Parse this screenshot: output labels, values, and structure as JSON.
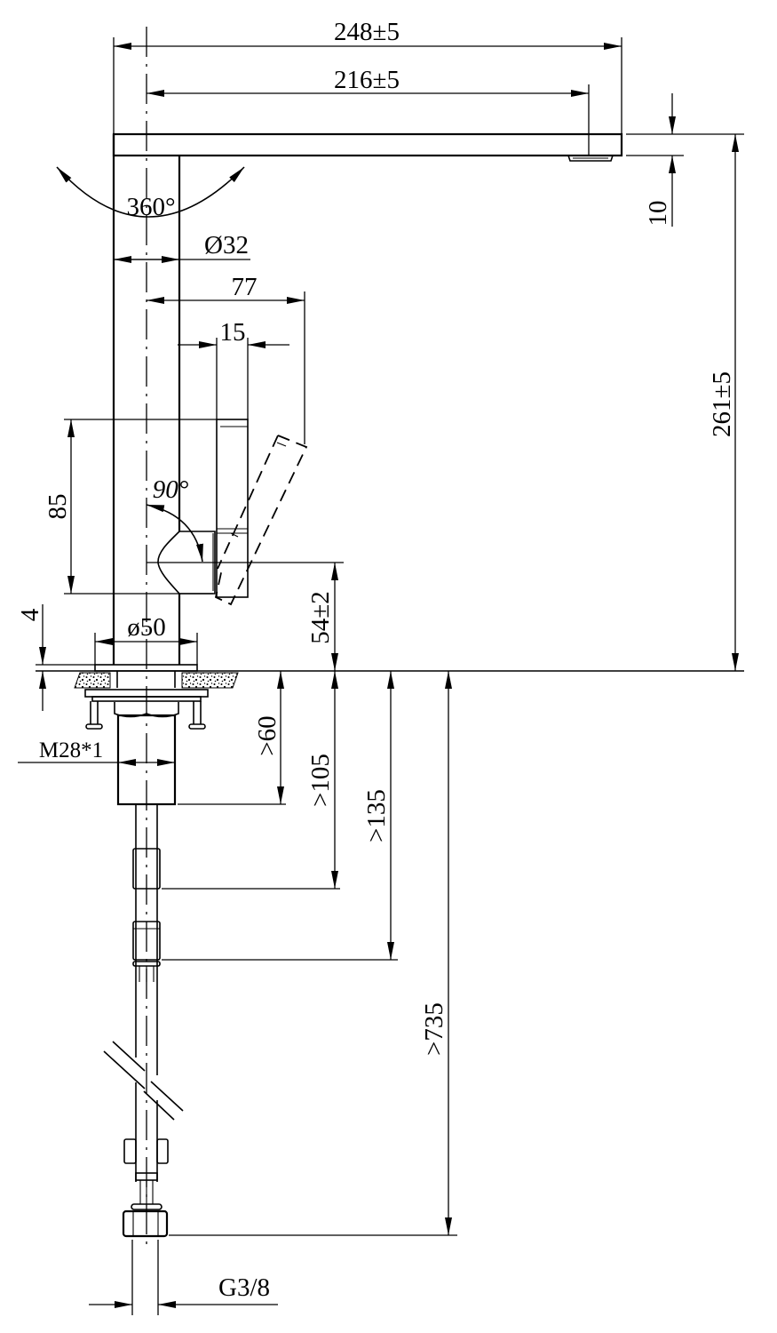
{
  "drawing": {
    "title_dims": {
      "overall_length": "248±5",
      "spout_reach": "216±5",
      "spout_thickness": "10",
      "overall_height": "261±5",
      "swivel_angle": "360°",
      "body_diameter": "Ø32",
      "handle_offset": "77",
      "handle_width": "15",
      "handle_height": "85",
      "handle_rotation": "90°",
      "handle_axis_height": "54±2",
      "base_diameter": "ø50",
      "base_thickness": "4",
      "thread": "M28*1",
      "min_60": ">60",
      "min_105": ">105",
      "min_135": ">135",
      "min_735": ">735",
      "connection": "G3/8"
    },
    "line_color": "#000000",
    "background": "#ffffff"
  }
}
